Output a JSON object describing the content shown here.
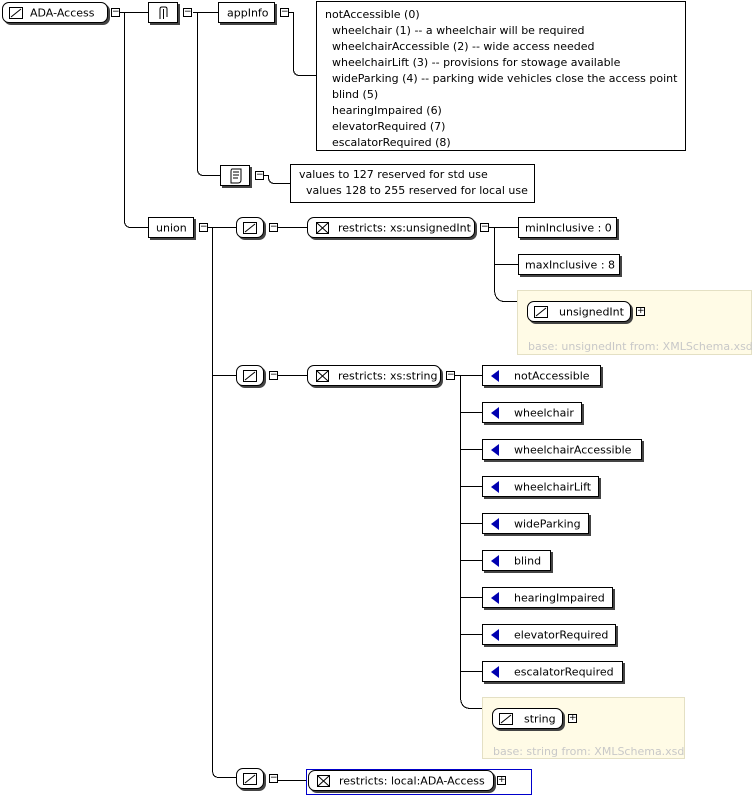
{
  "root": {
    "label": "ADA-Access"
  },
  "annotation": {
    "appinfo_label": "appInfo",
    "appinfo_lines": [
      "notAccessible (0)",
      "  wheelchair (1) -- a wheelchair will be required",
      "  wheelchairAccessible (2) -- wide access needed",
      "  wheelchairLift (3) -- provisions for stowage available",
      "  wideParking (4) -- parking wide vehicles close the access point",
      "  blind (5)",
      "  hearingImpaired (6)",
      "  elevatorRequired (7)",
      "  escalatorRequired (8)"
    ],
    "documentation_lines": [
      "values to 127 reserved for std use",
      "  values 128 to 255 reserved for local use"
    ]
  },
  "union": {
    "label": "union",
    "member1": {
      "restricts_label": "restricts: xs:unsignedInt",
      "facets": [
        "minInclusive : 0",
        "maxInclusive : 8"
      ],
      "base_type": "unsignedInt",
      "base_note": "base: unsignedInt from: XMLSchema.xsd"
    },
    "member2": {
      "restricts_label": "restricts: xs:string",
      "enumerations": [
        "notAccessible",
        "wheelchair",
        "wheelchairAccessible",
        "wheelchairLift",
        "wideParking",
        "blind",
        "hearingImpaired",
        "elevatorRequired",
        "escalatorRequired"
      ],
      "base_type": "string",
      "base_note": "base: string from: XMLSchema.xsd"
    },
    "member3": {
      "restricts_label": "restricts: local:ADA-Access"
    }
  },
  "toggle_symbols": {
    "expanded": "−",
    "collapsed": "+"
  }
}
